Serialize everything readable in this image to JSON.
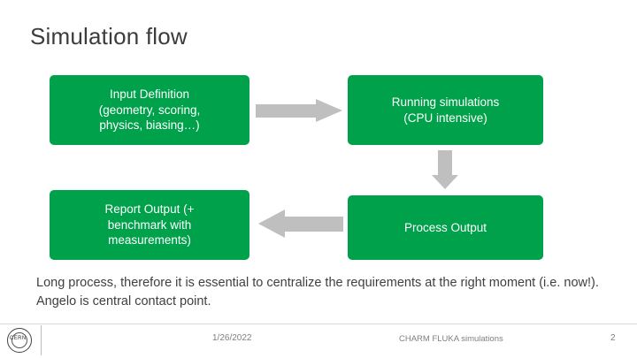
{
  "slide": {
    "title": "Simulation flow",
    "boxes": [
      {
        "id": "input",
        "lines": [
          "Input Definition",
          "(geometry, scoring,",
          "physics, biasing…)"
        ]
      },
      {
        "id": "running",
        "lines": [
          "Running simulations",
          "(CPU intensive)"
        ]
      },
      {
        "id": "report",
        "lines": [
          "Report Output (+",
          "benchmark with",
          "measurements)"
        ]
      },
      {
        "id": "process",
        "lines": [
          "Process Output"
        ]
      }
    ],
    "arrows": [
      {
        "name": "arrow-right-input-to-running",
        "color": "#BFBFBF"
      },
      {
        "name": "arrow-down-running-to-process",
        "color": "#BFBFBF"
      },
      {
        "name": "arrow-left-process-to-report",
        "color": "#BFBFBF"
      }
    ],
    "body_text": "Long process, therefore it is essential to centralize the requirements at the right moment (i.e. now!). Angelo is central contact point.",
    "footer": {
      "date": "1/26/2022",
      "center": "CHARM FLUKA simulations",
      "page": "2",
      "logo_text": "CERN"
    },
    "colors": {
      "box_fill": "#00A14B",
      "box_text": "#FFFFFF",
      "arrow": "#BFBFBF",
      "title_text": "#3C3C3C",
      "body_text": "#404040",
      "footer_text": "#808080"
    }
  }
}
